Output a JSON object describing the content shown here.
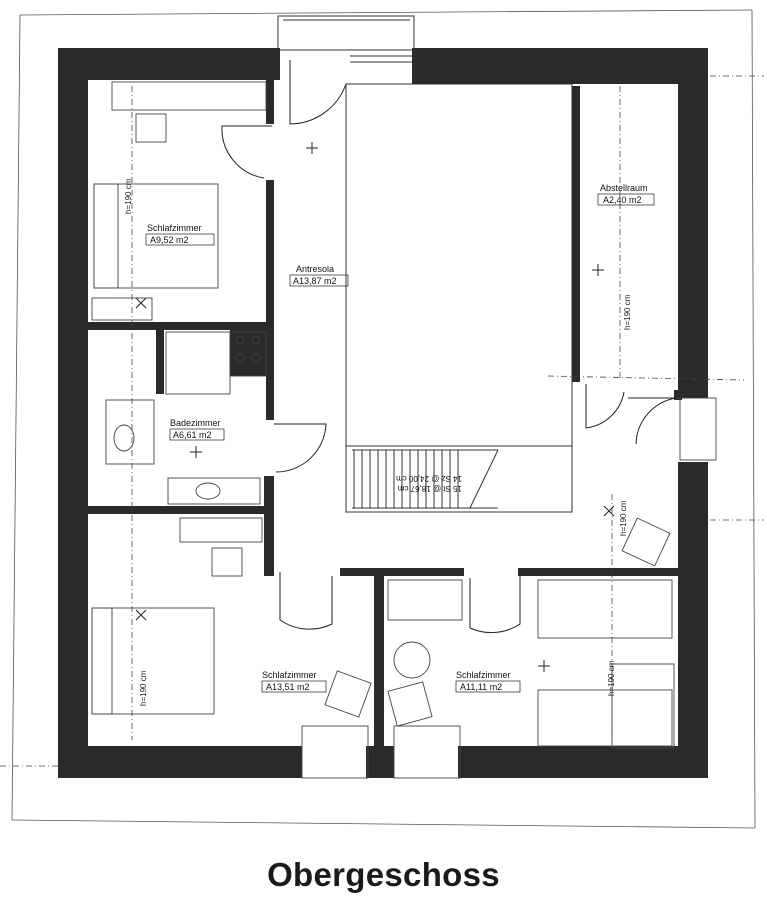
{
  "title": "Obergeschoss",
  "rooms": [
    {
      "name": "Schlafzimmer",
      "area": "A9,52 m2"
    },
    {
      "name": "Antresola",
      "area": "A13,87 m2"
    },
    {
      "name": "Abstellraum",
      "area": "A2,40 m2"
    },
    {
      "name": "Badezimmer",
      "area": "A6,61 m2"
    },
    {
      "name": "Schlafzimmer",
      "area": "A13,51 m2"
    },
    {
      "name": "Schlafzimmer",
      "area": "A11,11 m2"
    }
  ],
  "heights": [
    "h=190 cm",
    "h=190 cm",
    "h=190 cm",
    "h=190 cm",
    "h=190 cm"
  ],
  "stair": {
    "line1": "15 St @ 18,67 cm",
    "line2": "14 Sz @ 24,00 cm"
  }
}
